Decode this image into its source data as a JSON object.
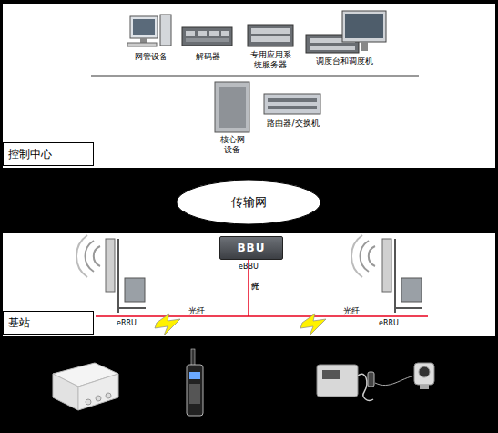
{
  "diagram": {
    "nodes": [
      {
        "text": [
          "控制中心"
        ]
      },
      {
        "text": [
          "传输网"
        ]
      },
      {
        "text": [
          "基站"
        ]
      },
      {
        "text": [
          "BBU"
        ],
        "in": 2
      }
    ],
    "labels": [
      "网管设备",
      "解码器",
      "专用应用系 统服务器",
      "调度台和调度机",
      "核心网 设备",
      "路由器/交换机",
      "eBBU",
      "光纤",
      "光纤",
      "光纤",
      "eRRU",
      "eRRU"
    ]
  }
}
